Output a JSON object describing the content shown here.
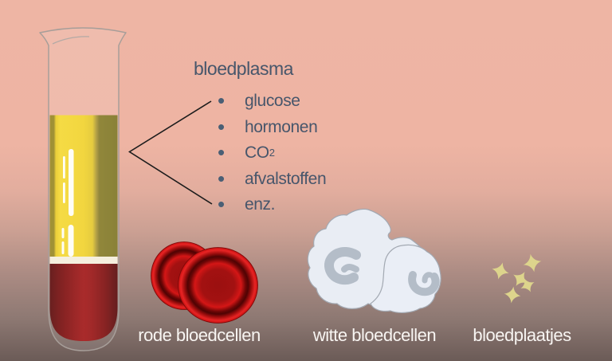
{
  "plasma": {
    "title": "bloedplasma",
    "items": [
      {
        "text": "glucose"
      },
      {
        "text": "hormonen"
      },
      {
        "text": "CO",
        "sub": "2"
      },
      {
        "text": "afvalstoffen"
      },
      {
        "text": "enz."
      }
    ]
  },
  "labels": {
    "red_cells": "rode bloedcellen",
    "white_cells": "witte bloedcellen",
    "platelets": "bloedplaatjes"
  },
  "icons": {
    "test_tube": "test-tube-with-separated-blood",
    "red_cells": "red-blood-cells",
    "white_cells": "white-blood-cells",
    "platelets": "platelet-sparkles",
    "connector": "bracket-lines"
  },
  "colors": {
    "background_top": "#eeb5a4",
    "background_bottom": "#6b5b57",
    "plasma_yellow": "#f2d32b",
    "plasma_olive": "#857a25",
    "buffy_coat": "#f4eedb",
    "blood_dark_red": "#8c0f0f",
    "red_cell_bright": "#d41616",
    "white_cell_fill": "#e9edf4",
    "nucleus_gray": "#b4bdc8",
    "platelet_yellow": "#ddd48c",
    "text_dark": "#47566b",
    "text_light": "#f8f5f2",
    "connector_line": "#1c1c1c"
  }
}
